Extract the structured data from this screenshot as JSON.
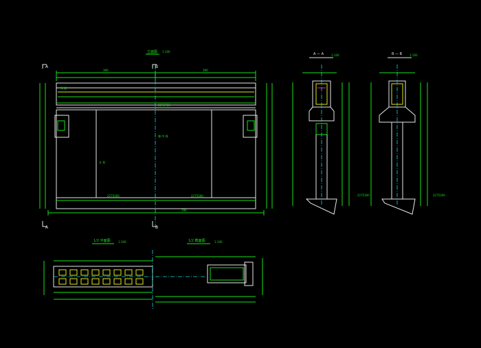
{
  "drawing": {
    "main_view": {
      "title": "立面图",
      "scale": "1:100",
      "section_marks": {
        "left_top": "A",
        "right_top": "B",
        "left_bottom": "A",
        "right_bottom": "B"
      },
      "dims_top": [
        "390",
        "390"
      ],
      "dim_bottom": "780",
      "labels": {
        "cap_top": "顶 板",
        "column_label": "立 柱",
        "axis_label": "墩 中 线",
        "base_left": "2275300",
        "base_right": "2275300",
        "elev_mid": "2271700"
      }
    },
    "section_aa": {
      "title": "A — A",
      "scale": "1:100",
      "base_elev": "2275300"
    },
    "section_bb": {
      "title": "B — B",
      "scale": "1:100",
      "base_elev": "2275300"
    },
    "half_plan": {
      "title": "1/2 平面图",
      "scale": "1:100"
    },
    "half_section": {
      "title": "1/2 截面图",
      "scale": "1:100"
    }
  },
  "colors": {
    "background": "#000000",
    "primary_line": "#16e316",
    "outline": "#e8e8e8",
    "center_line": "#18d8d8",
    "highlight": "#e6e61a",
    "accent": "#e020e0"
  }
}
